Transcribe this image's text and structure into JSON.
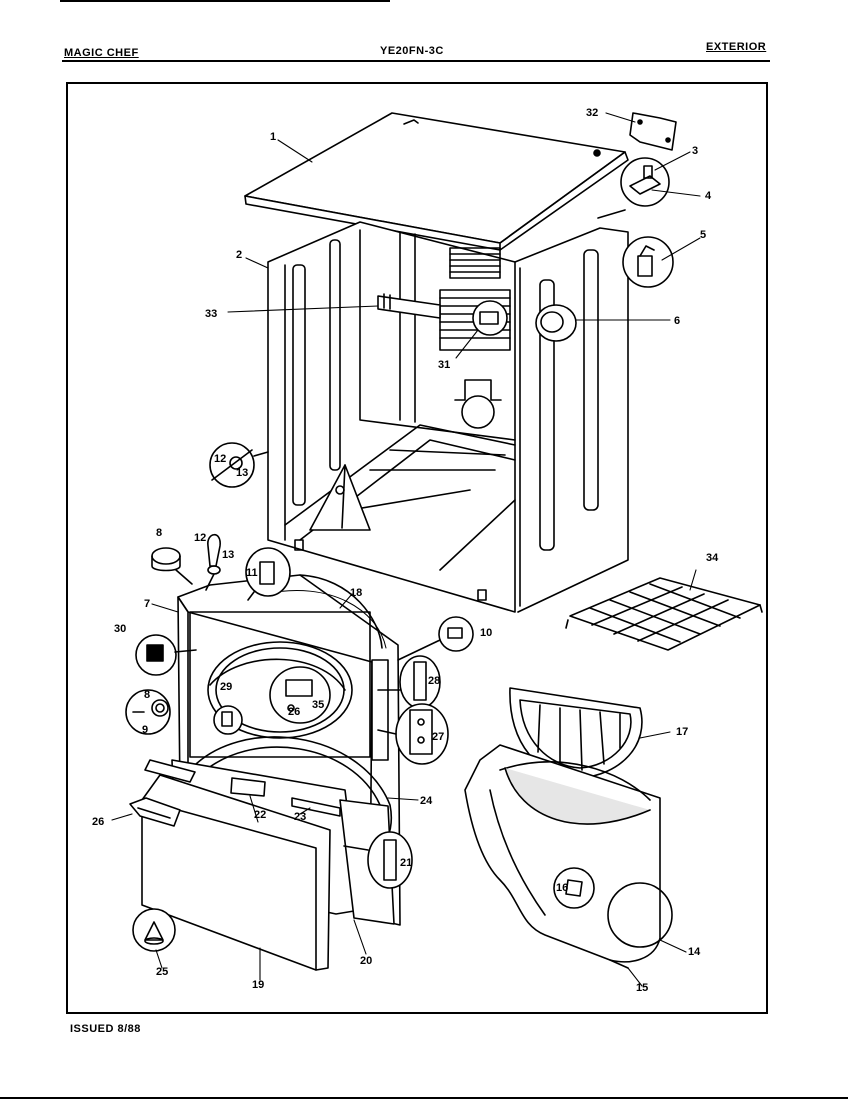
{
  "header": {
    "brand": "MAGIC CHEF",
    "model": "YE20FN-3C",
    "section": "EXTERIOR"
  },
  "footer": {
    "issued": "ISSUED 8/88"
  },
  "callouts": [
    {
      "id": "c1",
      "label": "1"
    },
    {
      "id": "c2",
      "label": "2"
    },
    {
      "id": "c3",
      "label": "3"
    },
    {
      "id": "c4",
      "label": "4"
    },
    {
      "id": "c5",
      "label": "5"
    },
    {
      "id": "c6",
      "label": "6"
    },
    {
      "id": "c7",
      "label": "7"
    },
    {
      "id": "c8a",
      "label": "8"
    },
    {
      "id": "c8b",
      "label": "8"
    },
    {
      "id": "c9",
      "label": "9"
    },
    {
      "id": "c10",
      "label": "10"
    },
    {
      "id": "c11",
      "label": "11"
    },
    {
      "id": "c12a",
      "label": "12"
    },
    {
      "id": "c12b",
      "label": "12"
    },
    {
      "id": "c13a",
      "label": "13"
    },
    {
      "id": "c13b",
      "label": "13"
    },
    {
      "id": "c14",
      "label": "14"
    },
    {
      "id": "c15",
      "label": "15"
    },
    {
      "id": "c16",
      "label": "16"
    },
    {
      "id": "c17",
      "label": "17"
    },
    {
      "id": "c18",
      "label": "18"
    },
    {
      "id": "c19",
      "label": "19"
    },
    {
      "id": "c20",
      "label": "20"
    },
    {
      "id": "c21",
      "label": "21"
    },
    {
      "id": "c22",
      "label": "22"
    },
    {
      "id": "c23",
      "label": "23"
    },
    {
      "id": "c24",
      "label": "24"
    },
    {
      "id": "c25",
      "label": "25"
    },
    {
      "id": "c26a",
      "label": "26"
    },
    {
      "id": "c26b",
      "label": "26"
    },
    {
      "id": "c27",
      "label": "27"
    },
    {
      "id": "c28",
      "label": "28"
    },
    {
      "id": "c29",
      "label": "29"
    },
    {
      "id": "c30",
      "label": "30"
    },
    {
      "id": "c31",
      "label": "31"
    },
    {
      "id": "c32",
      "label": "32"
    },
    {
      "id": "c33",
      "label": "33"
    },
    {
      "id": "c34",
      "label": "34"
    },
    {
      "id": "c35",
      "label": "35"
    }
  ]
}
